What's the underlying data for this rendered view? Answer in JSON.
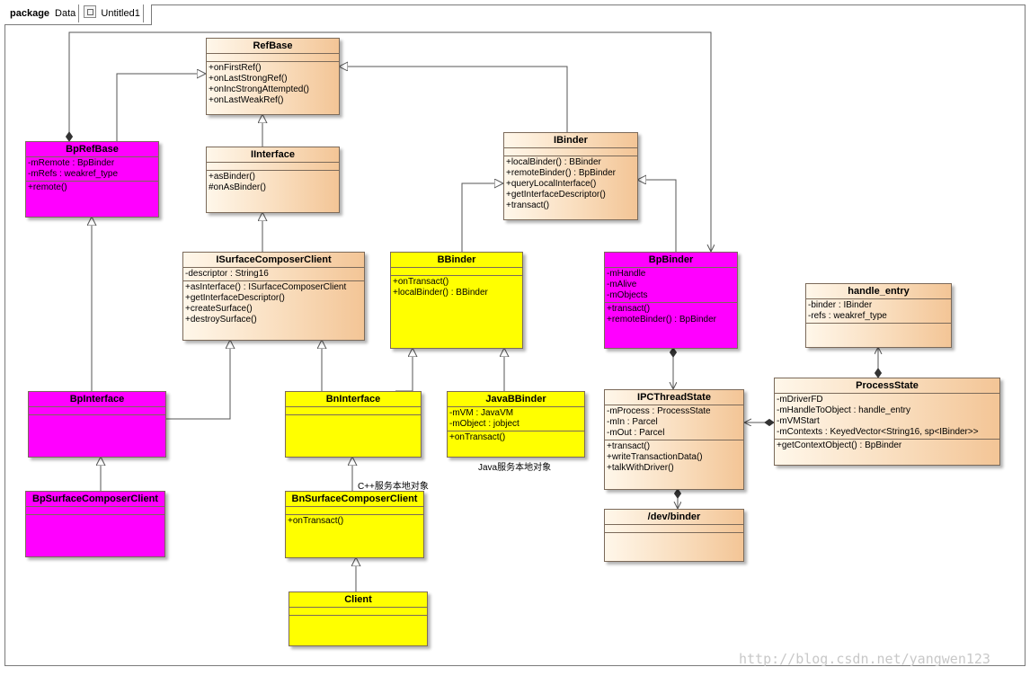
{
  "header": {
    "keyword": "package",
    "name": "Data",
    "diagram_name": "Untitled1"
  },
  "classes": {
    "refbase": {
      "name": "RefBase",
      "attrs": [],
      "ops": [
        "+onFirstRef()",
        "+onLastStrongRef()",
        "+onIncStrongAttempted()",
        "+onLastWeakRef()"
      ]
    },
    "iinterface": {
      "name": "IInterface",
      "attrs": [],
      "ops": [
        "+asBinder()",
        "#onAsBinder()"
      ]
    },
    "bprefbase": {
      "name": "BpRefBase",
      "attrs": [
        "-mRemote : BpBinder",
        "-mRefs : weakref_type"
      ],
      "ops": [
        "+remote()"
      ]
    },
    "ibinder": {
      "name": "IBinder",
      "attrs": [],
      "ops": [
        "+localBinder() : BBinder",
        "+remoteBinder() : BpBinder",
        "+queryLocalInterface()",
        "+getInterfaceDescriptor()",
        "+transact()"
      ]
    },
    "isurfacecomposerclient": {
      "name": "ISurfaceComposerClient",
      "attrs": [
        "-descriptor : String16"
      ],
      "ops": [
        "+asInterface() : ISurfaceComposerClient",
        "+getInterfaceDescriptor()",
        "+createSurface()",
        "+destroySurface()"
      ]
    },
    "bbinder": {
      "name": "BBinder",
      "attrs": [],
      "ops": [
        "+onTransact()",
        "+localBinder() : BBinder"
      ]
    },
    "bpbinder": {
      "name": "BpBinder",
      "attrs": [
        "-mHandle",
        "-mAlive",
        "-mObjects"
      ],
      "ops": [
        "+transact()",
        "+remoteBinder() : BpBinder"
      ]
    },
    "handle_entry": {
      "name": "handle_entry",
      "attrs": [
        "-binder : IBinder",
        "-refs : weakref_type"
      ],
      "ops": []
    },
    "bpinterface": {
      "name": "BpInterface",
      "attrs": [],
      "ops": []
    },
    "bninterface": {
      "name": "BnInterface",
      "attrs": [],
      "ops": []
    },
    "javabbinder": {
      "name": "JavaBBinder",
      "attrs": [
        "-mVM : JavaVM",
        "-mObject : jobject"
      ],
      "ops": [
        "+onTransact()"
      ]
    },
    "ipcthreadstate": {
      "name": "IPCThreadState",
      "attrs": [
        "-mProcess : ProcessState",
        "-mIn : Parcel",
        "-mOut : Parcel"
      ],
      "ops": [
        "+transact()",
        "+writeTransactionData()",
        "+talkWithDriver()"
      ]
    },
    "processstate": {
      "name": "ProcessState",
      "attrs": [
        "-mDriverFD",
        "-mHandleToObject : handle_entry",
        "-mVMStart",
        "-mContexts : KeyedVector<String16, sp<IBinder>>"
      ],
      "ops": [
        "+getContextObject() : BpBinder"
      ]
    },
    "bpsurfacecomposerclient": {
      "name": "BpSurfaceComposerClient",
      "attrs": [],
      "ops": []
    },
    "bnsurfacecomposerclient": {
      "name": "BnSurfaceComposerClient",
      "attrs": [],
      "ops": [
        "+onTransact()"
      ]
    },
    "devbinder": {
      "name": "/dev/binder",
      "attrs": [],
      "ops": []
    },
    "client": {
      "name": "Client",
      "attrs": [],
      "ops": []
    }
  },
  "notes": {
    "cpp_local": "C++服务本地对象",
    "java_local": "Java服务本地对象"
  },
  "watermark": "http://blog.csdn.net/yangwen123"
}
